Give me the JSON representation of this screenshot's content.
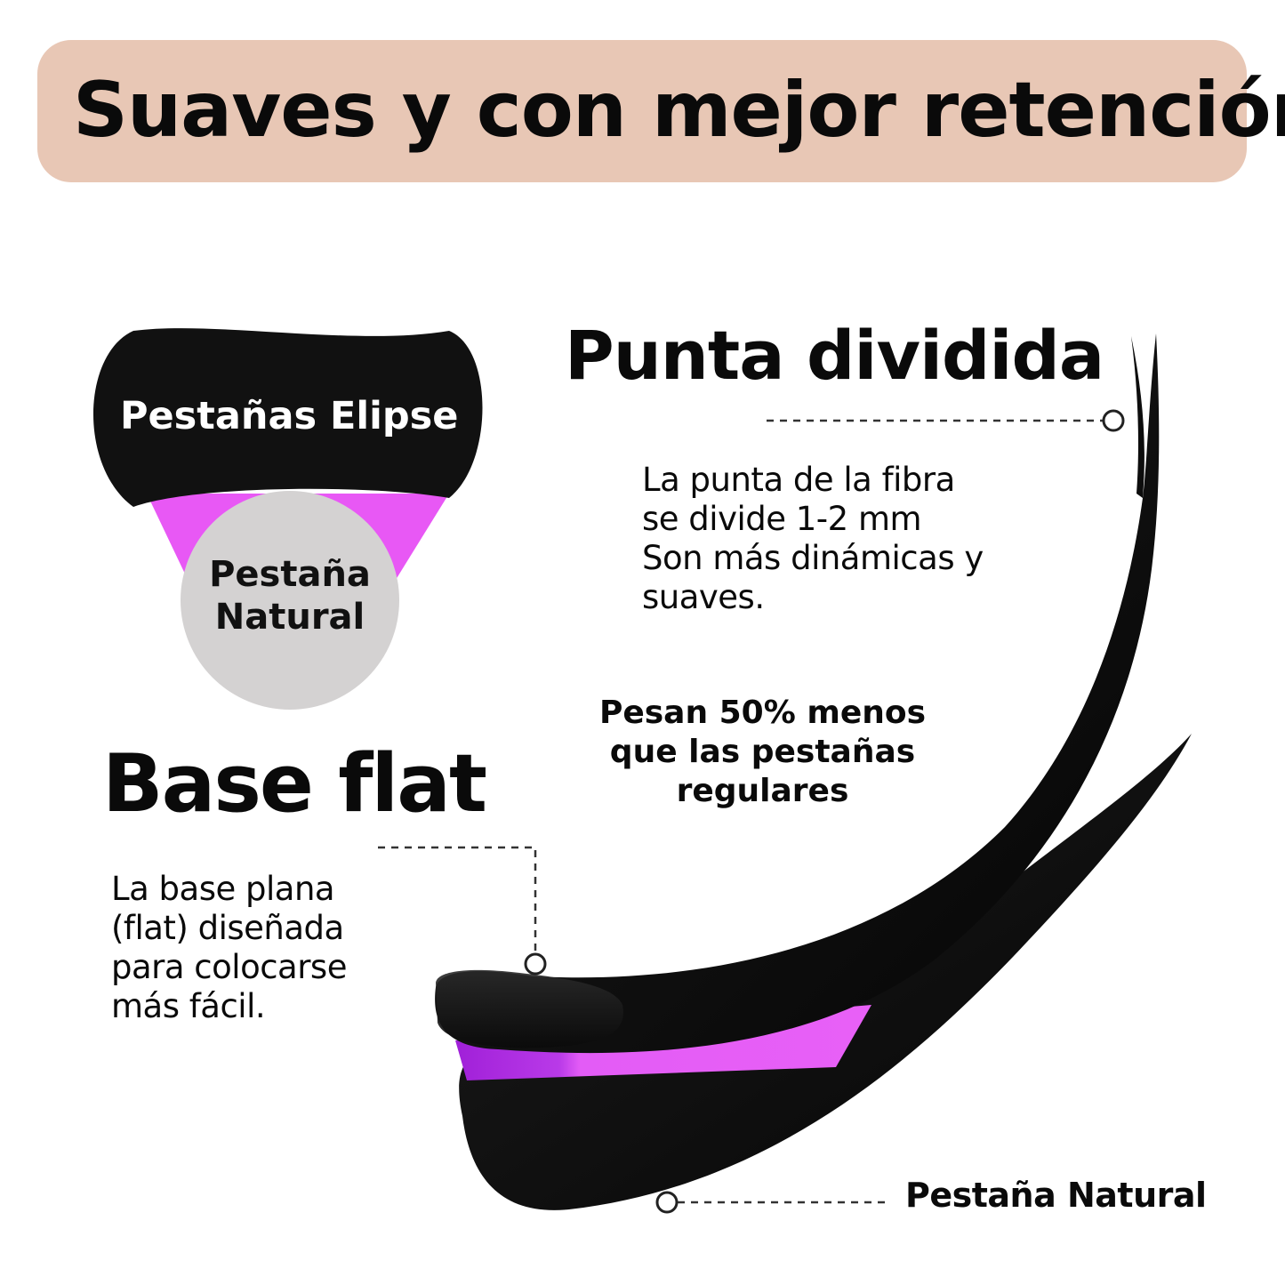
{
  "banner": {
    "title": "Suaves y con mejor retención",
    "background": "#e8c7b5"
  },
  "cross_section": {
    "top_label": "Pestañas Elipse",
    "bottom_label_lines": [
      "Pestaña",
      "Natural"
    ],
    "colors": {
      "elipse": "#111111",
      "adhesive": "#e858f5",
      "natural": "#d4d2d2"
    }
  },
  "tip": {
    "heading": "Punta dividida",
    "lines": [
      "La punta de la fibra",
      "se divide 1-2 mm",
      "Son más dinámicas y",
      "suaves."
    ]
  },
  "weight": {
    "lines": [
      "Pesan 50% menos",
      "que las pestañas",
      "regulares"
    ]
  },
  "base": {
    "heading": "Base flat",
    "lines": [
      "La base plana",
      "(flat) diseñada",
      "para colocarse",
      "más fácil."
    ]
  },
  "natural_label": "Pestaña Natural",
  "colors": {
    "lash": "#0d0d0d",
    "adhesive": "#c53ae6",
    "callout": "#333333"
  }
}
